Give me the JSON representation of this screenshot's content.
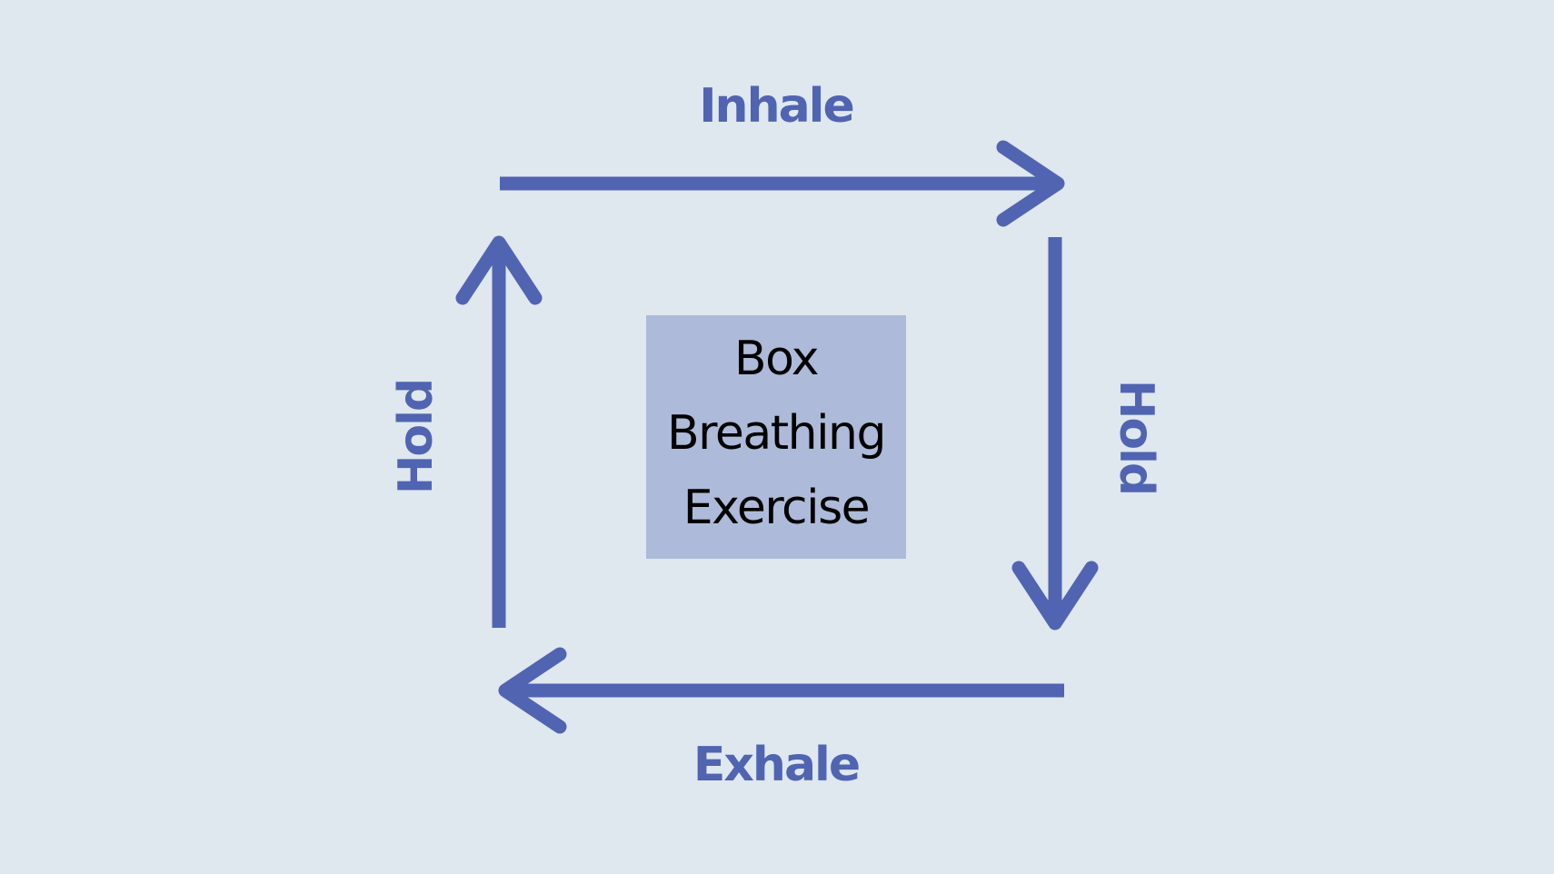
{
  "colors": {
    "background": "#dfe7ef",
    "accent": "#5064b2",
    "center_box": "#aebad9",
    "center_text": "#000000"
  },
  "center": {
    "line1": "Box",
    "line2": "Breathing",
    "line3": "Exercise"
  },
  "steps": {
    "top": {
      "label": "Inhale",
      "arrow_direction": "right",
      "icon": "arrow-right-icon"
    },
    "right": {
      "label": "Hold",
      "arrow_direction": "down",
      "icon": "arrow-down-icon"
    },
    "bottom": {
      "label": "Exhale",
      "arrow_direction": "left",
      "icon": "arrow-left-icon"
    },
    "left": {
      "label": "Hold",
      "arrow_direction": "up",
      "icon": "arrow-up-icon"
    }
  }
}
